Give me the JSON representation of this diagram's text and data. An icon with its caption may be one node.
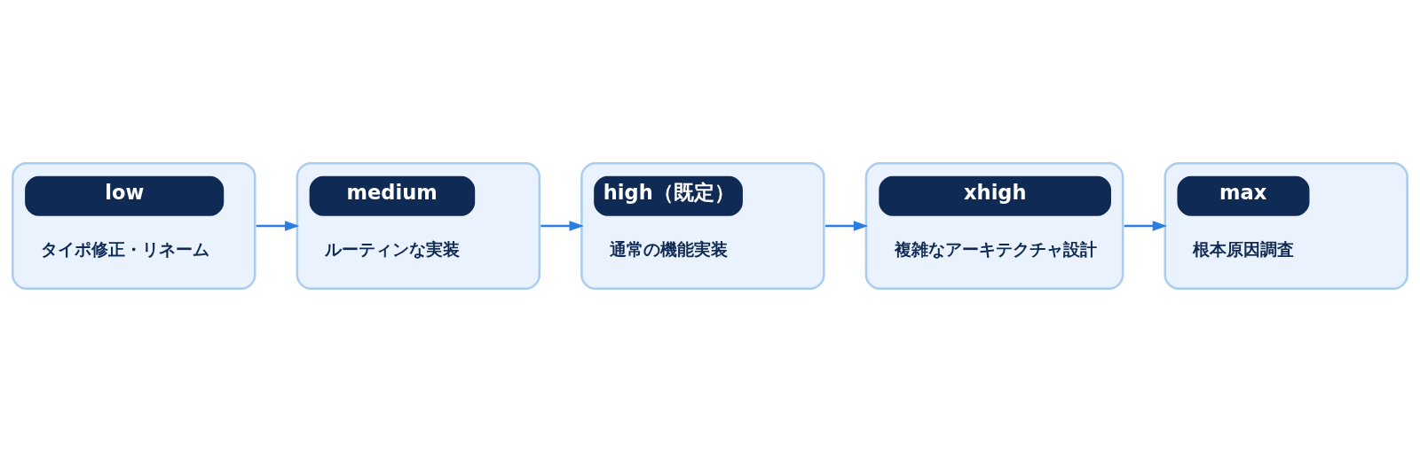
{
  "diagram": {
    "nodes": [
      {
        "text": [
          "low",
          "タイポ修正・リネーム"
        ]
      },
      {
        "text": [
          "medium",
          "ルーティンな実装"
        ]
      },
      {
        "text": [
          "high（既定）",
          "通常の機能実装"
        ]
      },
      {
        "text": [
          "xhigh",
          "複雑なアーキテクチャ設計"
        ]
      },
      {
        "text": [
          "max",
          "根本原因調査"
        ]
      }
    ],
    "edges": [
      {
        "from": 0,
        "to": 1,
        "arrow": "to"
      },
      {
        "from": 1,
        "to": 2,
        "arrow": "to"
      },
      {
        "from": 2,
        "to": 3,
        "arrow": "to"
      },
      {
        "from": 3,
        "to": 4,
        "arrow": "to"
      }
    ]
  }
}
